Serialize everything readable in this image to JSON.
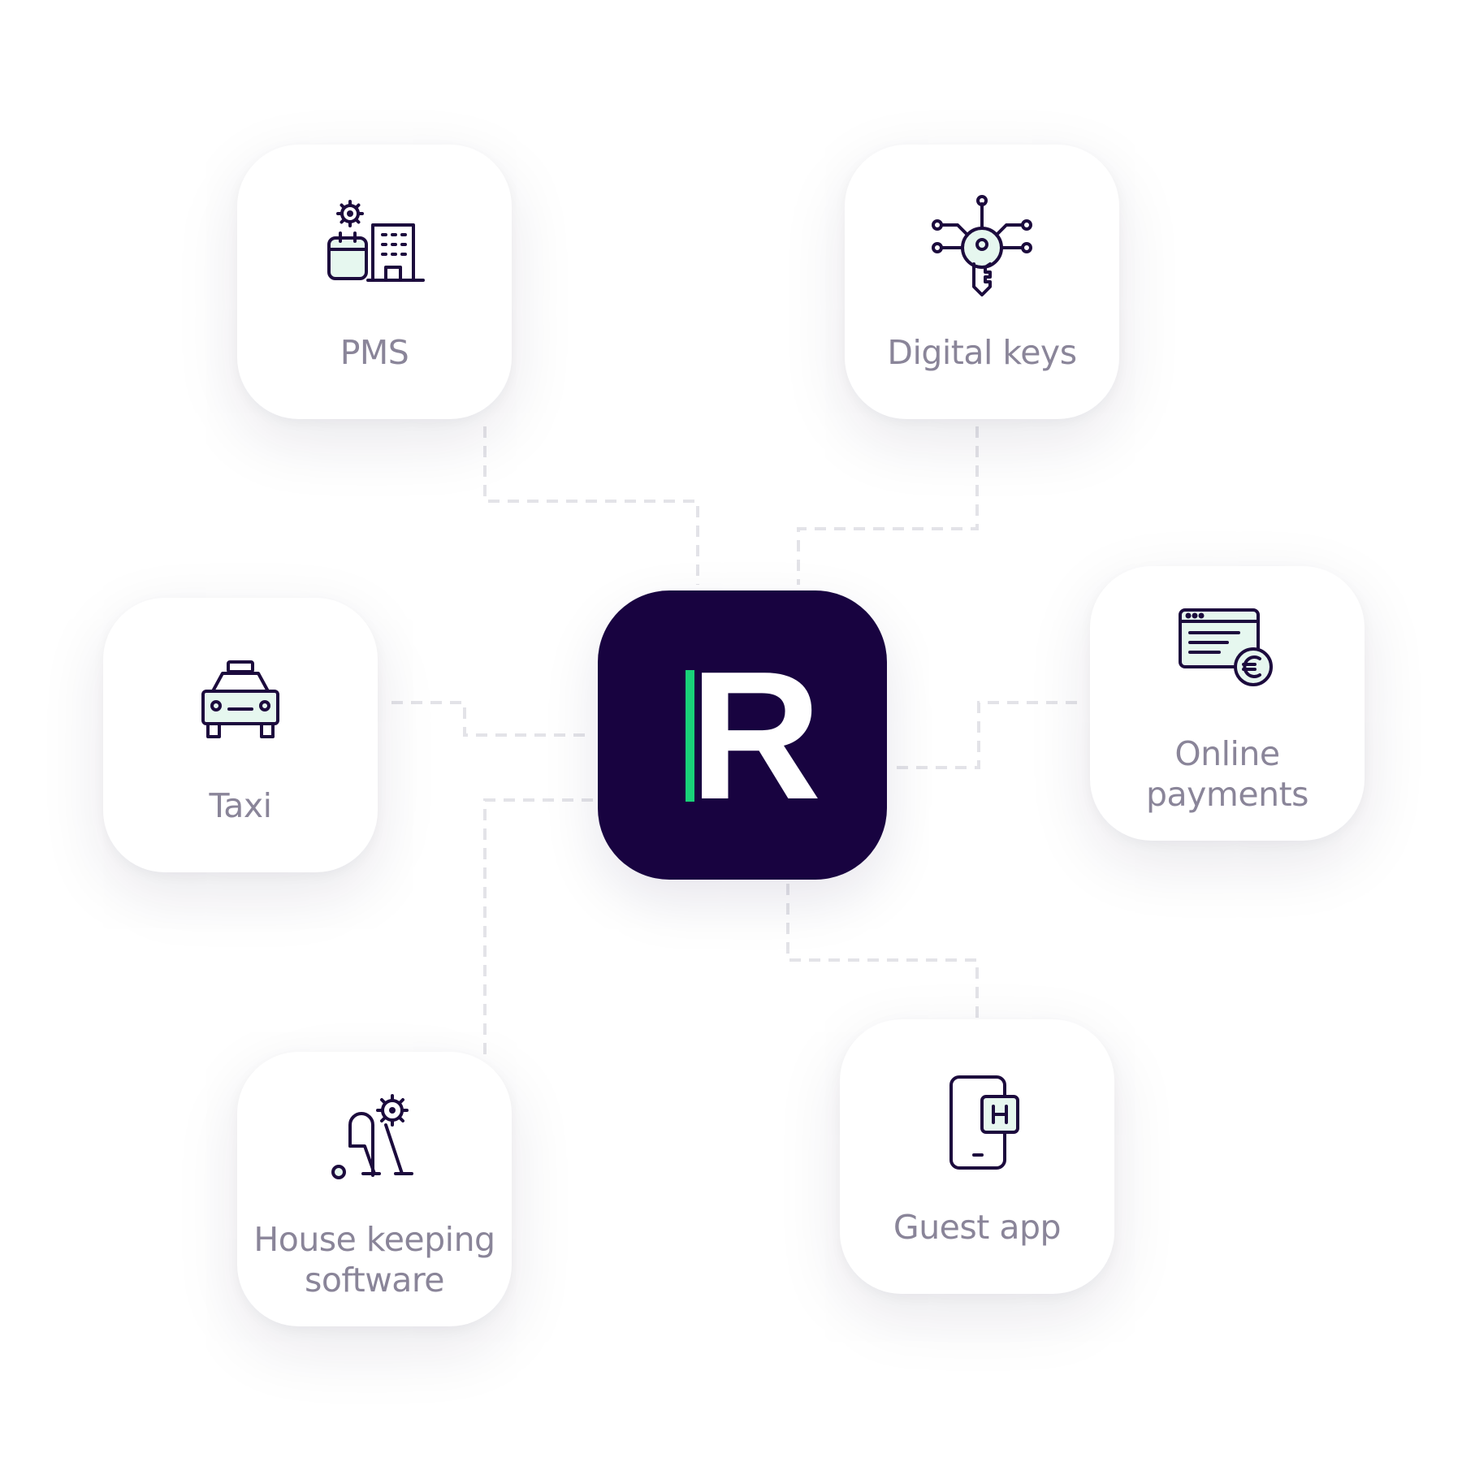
{
  "hub": {
    "logo_letter": "R",
    "accent_color": "#19d179",
    "tile_color": "#180340"
  },
  "integrations": {
    "pms": {
      "label": "PMS",
      "icon": "pms-building-calendar-gear-icon"
    },
    "digital_keys": {
      "label": "Digital keys",
      "icon": "digital-key-circuit-icon"
    },
    "taxi": {
      "label": "Taxi",
      "icon": "taxi-icon"
    },
    "online_payments": {
      "label": "Online\npayments",
      "icon": "browser-euro-payment-icon"
    },
    "housekeeping": {
      "label": "House keeping\nsoftware",
      "icon": "vacuum-gear-icon"
    },
    "guest_app": {
      "label": "Guest app",
      "icon": "phone-hotel-icon"
    }
  },
  "colors": {
    "icon_stroke": "#1c0b3d",
    "icon_fill": "#e6f7ef",
    "label_text": "#8a8599",
    "connector": "#e3e3e8"
  }
}
